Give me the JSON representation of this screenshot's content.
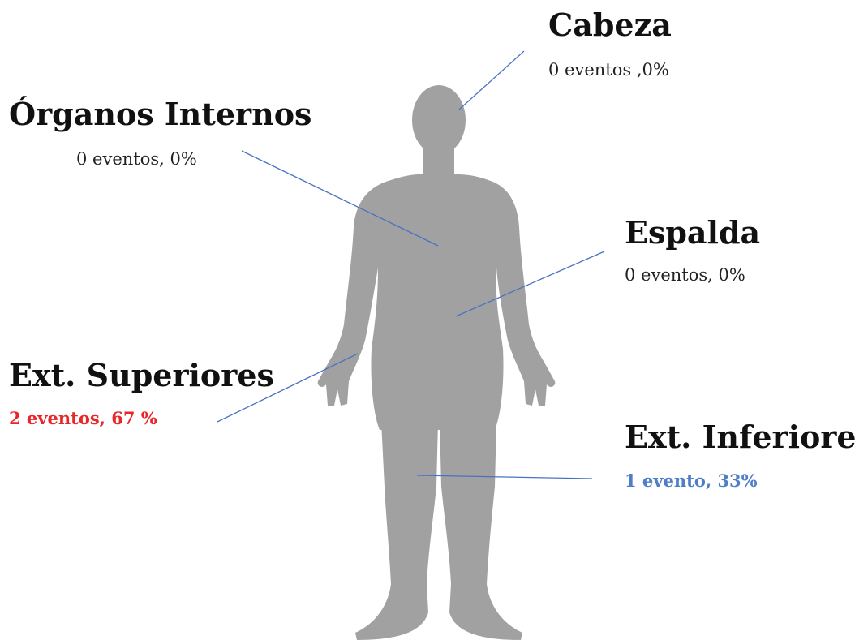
{
  "colors": {
    "body_silhouette": "#a1a1a1",
    "leader_line": "#4a72c4",
    "highlight_high": "#e8262a",
    "highlight_mid": "#4f7ec7",
    "text_default": "#222222"
  },
  "regions": {
    "cabeza": {
      "label": "Cabeza",
      "stat": "0 eventos ,0%"
    },
    "organos": {
      "label": "Órganos Internos",
      "stat": "0 eventos, 0%"
    },
    "espalda": {
      "label": "Espalda",
      "stat": "0 eventos, 0%"
    },
    "superiores": {
      "label": "Ext. Superiores",
      "stat": "2 eventos, 67 %"
    },
    "inferiores": {
      "label": "Ext. Inferiores",
      "stat": "1 evento, 33%"
    }
  }
}
